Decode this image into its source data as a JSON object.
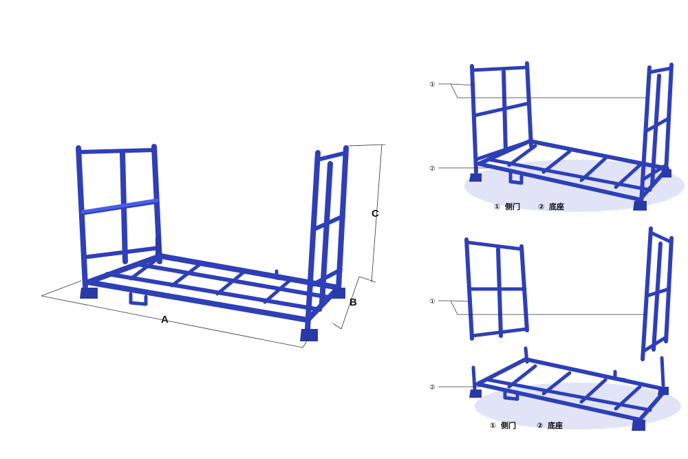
{
  "colors": {
    "frame": "#2e3fb8",
    "frame_highlight": "#4c5ee6",
    "shadow": "#c9cdf1",
    "line": "#333333"
  },
  "dimensions": {
    "a": "A",
    "b": "B",
    "c": "C"
  },
  "markers": {
    "side_door": "①",
    "base": "②"
  },
  "legend_top": {
    "item1_num": "①",
    "item1_label": "侧门",
    "item2_num": "②",
    "item2_label": "底座"
  },
  "legend_bottom": {
    "item1_num": "①",
    "item1_label": "侧门",
    "item2_num": "②",
    "item2_label": "底座"
  }
}
